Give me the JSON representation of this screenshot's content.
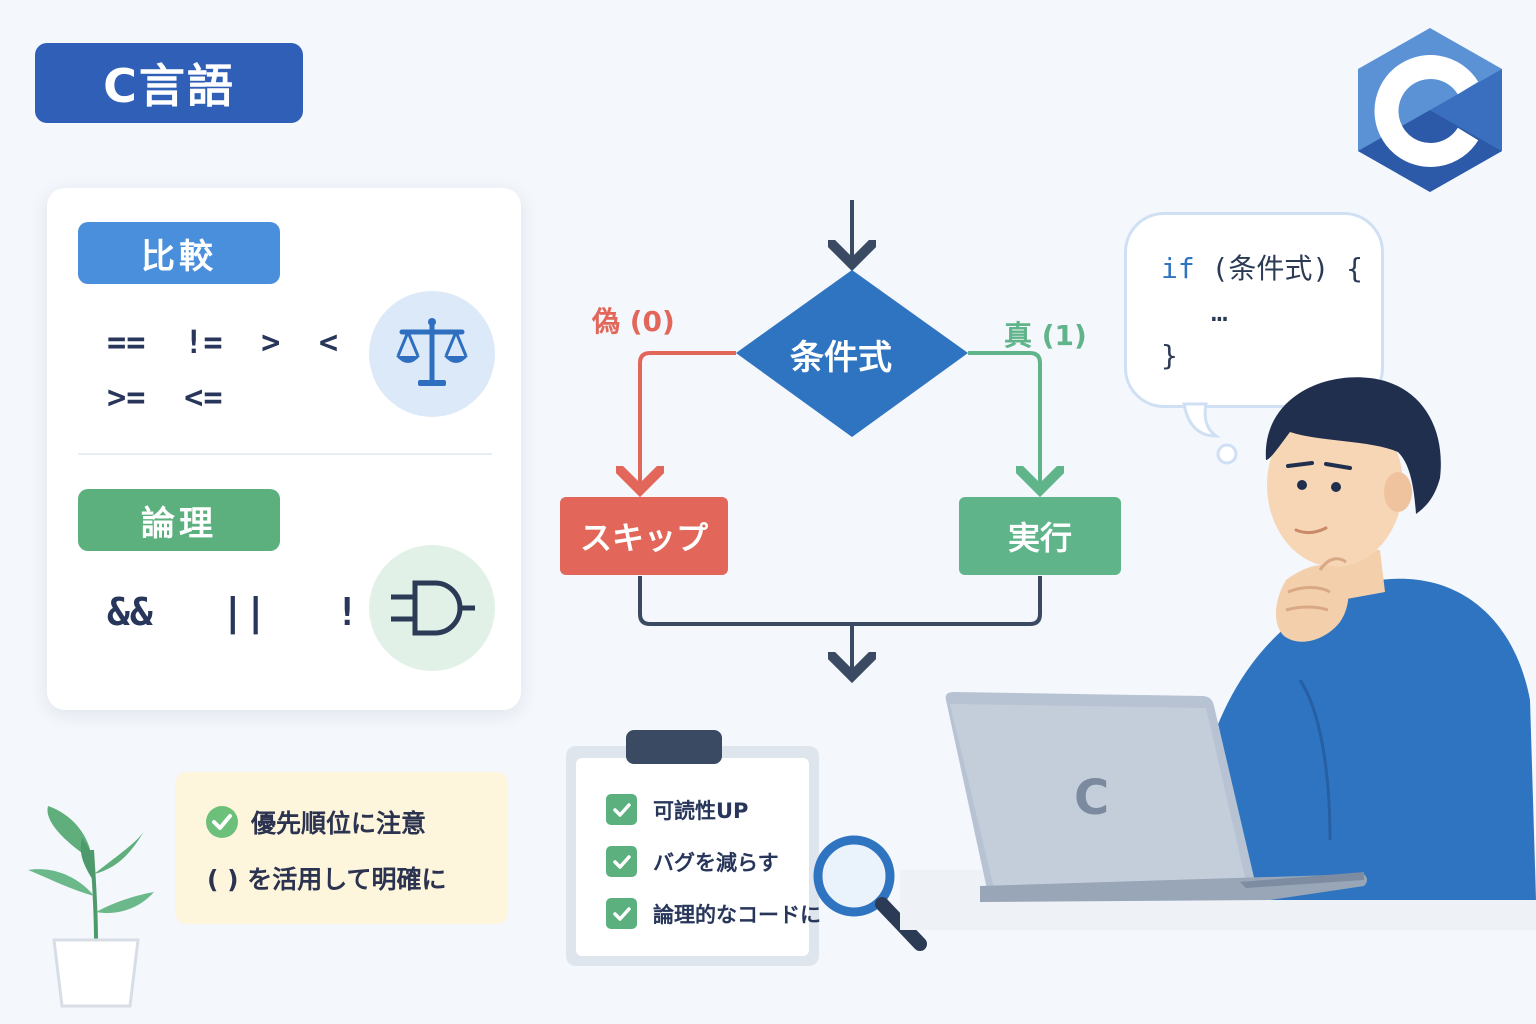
{
  "header": {
    "title": "C言語",
    "logo_letter": "C"
  },
  "operators": {
    "comparison": {
      "label": "比較",
      "line1": "==  !=  >  <",
      "line2": ">=  <=",
      "icon": "scale-icon",
      "color": "#4a8fdc"
    },
    "logical": {
      "label": "論理",
      "line1": "&&   ||   !",
      "icon": "and-gate-icon",
      "color": "#5bb07e"
    }
  },
  "tips": {
    "item1": "優先順位に注意",
    "item2": "( ) を活用して明確に",
    "check_icon": "check-circle-icon"
  },
  "flowchart": {
    "condition": "条件式",
    "false_label": "偽 (0)",
    "true_label": "真 (1)",
    "false_box": "スキップ",
    "true_box": "実行",
    "colors": {
      "condition": "#2f74c0",
      "false": "#e2675a",
      "true": "#5fb48a",
      "line": "#3b4a63"
    }
  },
  "checklist": {
    "items": [
      "可読性UP",
      "バグを減らす",
      "論理的なコードに"
    ],
    "icon": "clipboard-icon"
  },
  "code_bubble": {
    "line1_keyword": "if",
    "line1_rest": " (条件式) {",
    "line2": "…",
    "line3": "}"
  },
  "laptop": {
    "logo_letter": "C"
  }
}
